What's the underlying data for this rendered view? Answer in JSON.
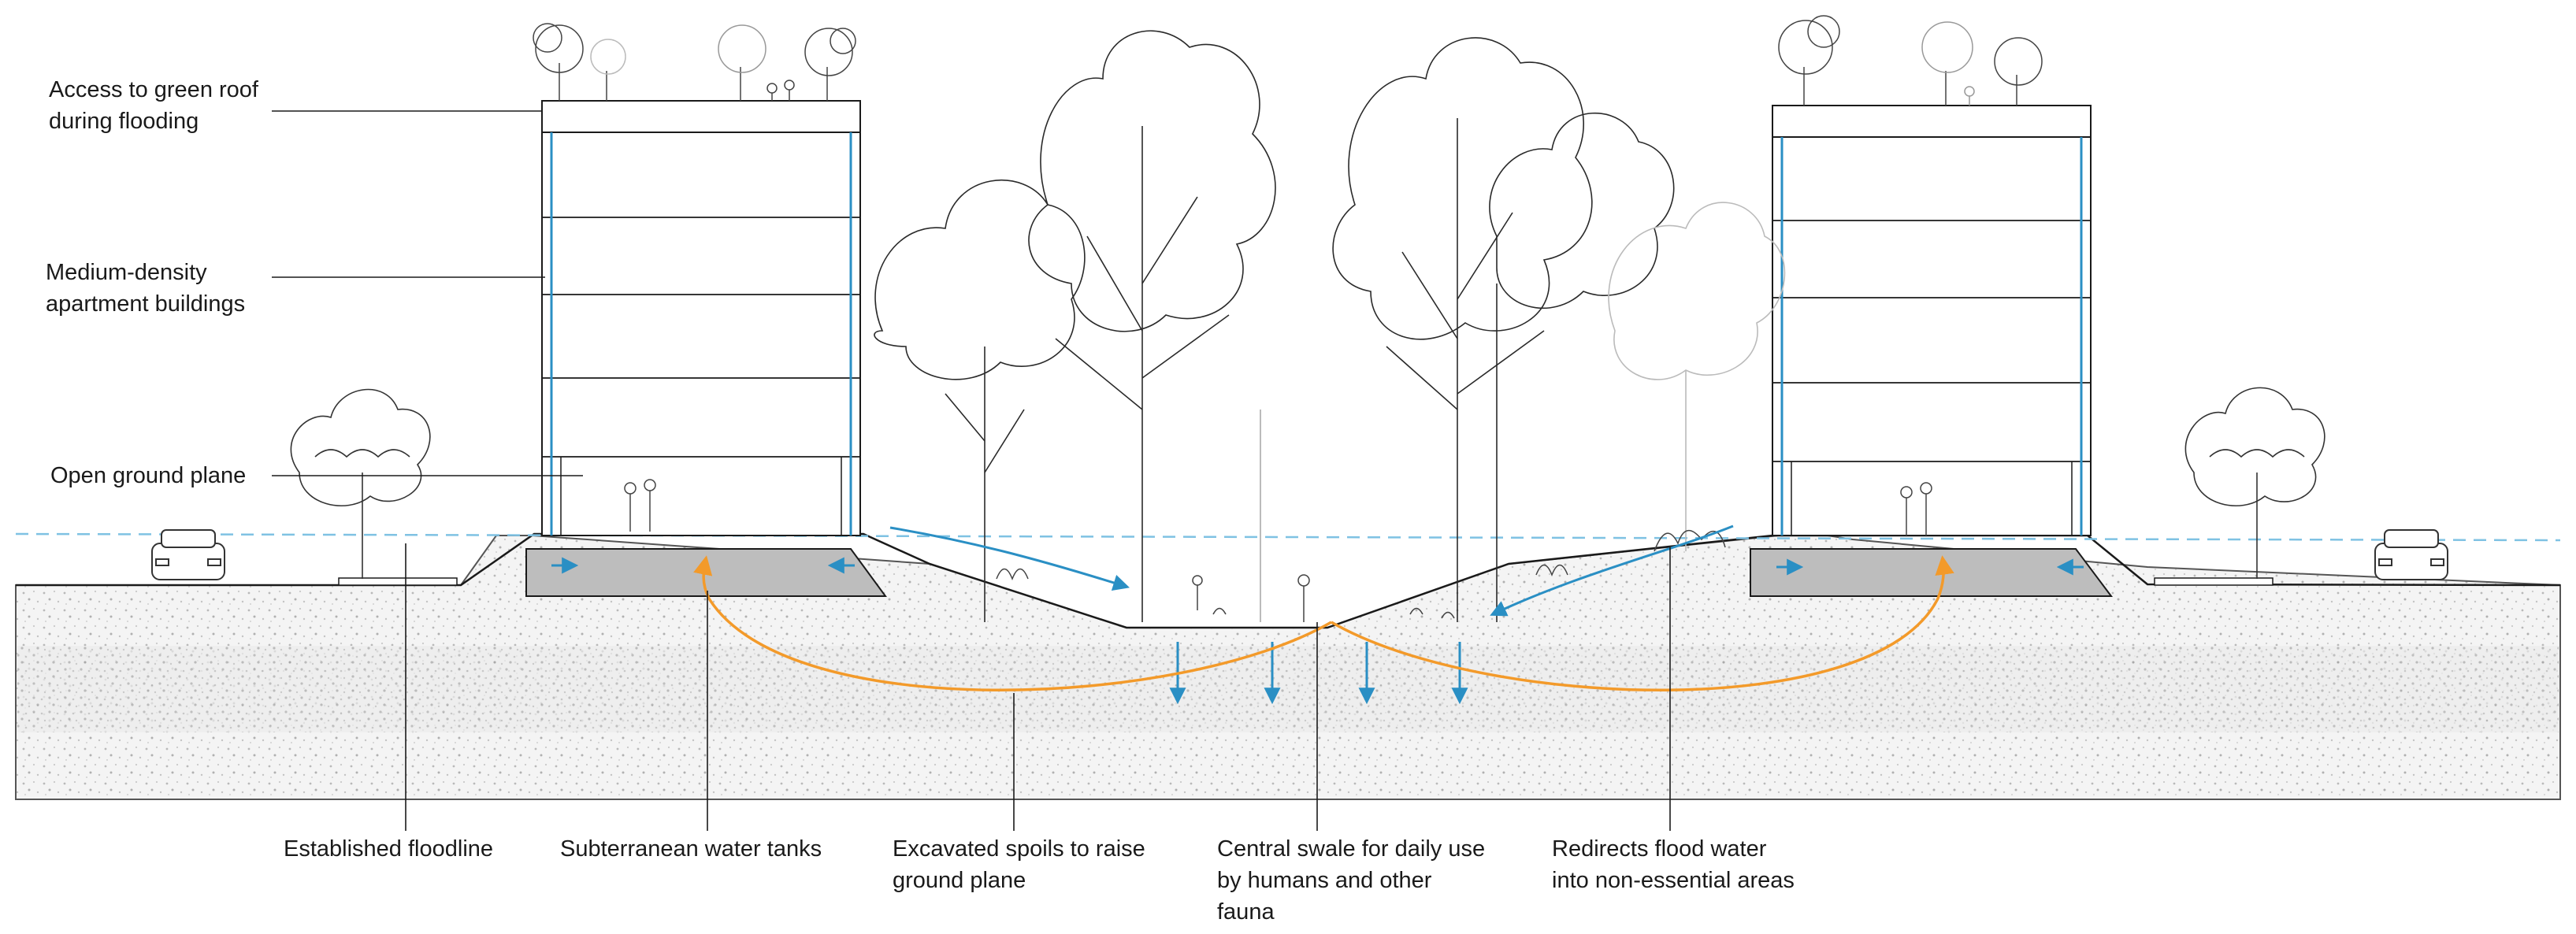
{
  "labels": {
    "green_roof": [
      "Access to green roof",
      "during flooding"
    ],
    "apartments": [
      "Medium-density",
      "apartment buildings"
    ],
    "ground_plane": [
      "Open ground plane"
    ],
    "floodline": [
      "Established floodline"
    ],
    "tanks": [
      "Subterranean water tanks"
    ],
    "spoils": [
      "Excavated spoils to raise",
      "ground plane"
    ],
    "swale": [
      "Central swale for daily use",
      "by humans and other",
      "fauna"
    ],
    "redirects": [
      "Redirects flood water",
      "into non-essential areas"
    ]
  },
  "colors": {
    "water": "#2a8fc4",
    "spoil_arrow": "#f39a2a",
    "tank": "#bdbdbd",
    "line": "#1a1a1a",
    "floodline": "#7fc2e3"
  }
}
